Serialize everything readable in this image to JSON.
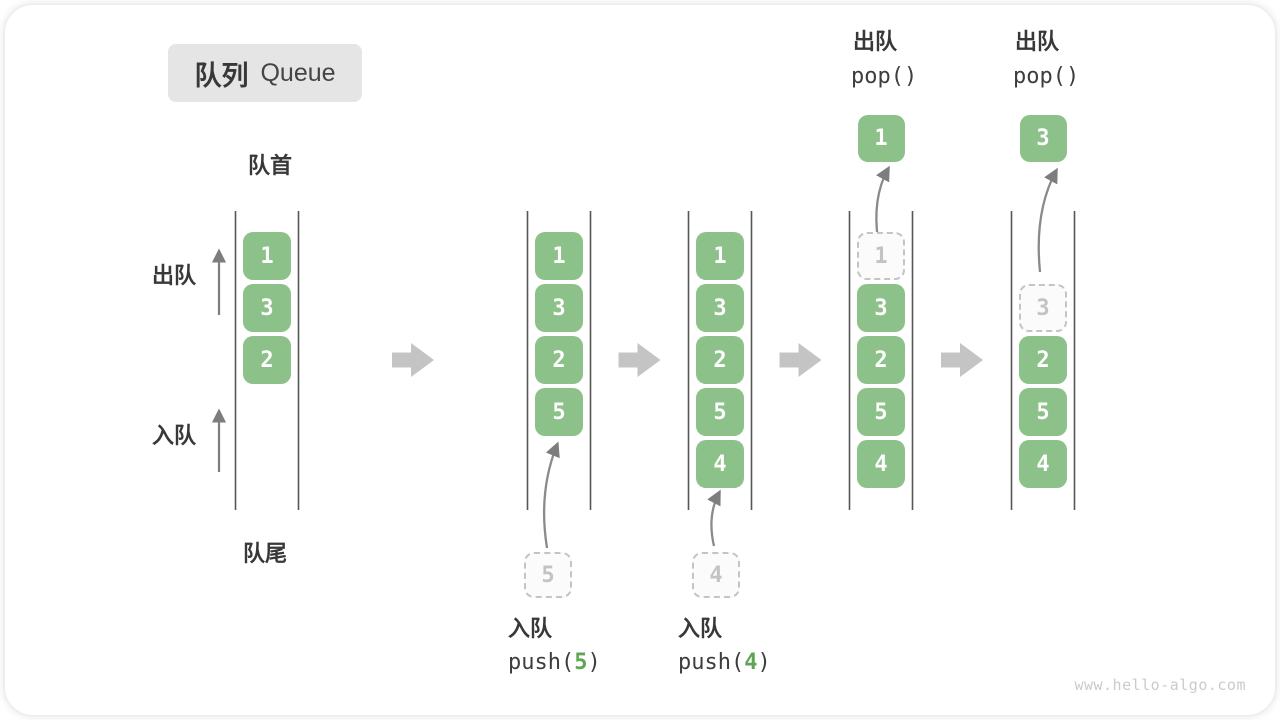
{
  "title": {
    "zh": "队列",
    "en": "Queue"
  },
  "side_labels": {
    "front": "队首",
    "rear": "队尾",
    "dequeue": "出队",
    "enqueue": "入队"
  },
  "queues": [
    {
      "name": "state-initial",
      "slots": [
        {
          "v": "1"
        },
        {
          "v": "3"
        },
        {
          "v": "2"
        }
      ]
    },
    {
      "name": "state-after-push-5",
      "slots": [
        {
          "v": "1"
        },
        {
          "v": "3"
        },
        {
          "v": "2"
        },
        {
          "v": "5"
        }
      ],
      "incoming": {
        "v": "5"
      },
      "operation": {
        "label": "入队",
        "code_prefix": "push(",
        "code_arg": "5",
        "code_suffix": ")"
      }
    },
    {
      "name": "state-after-push-4",
      "slots": [
        {
          "v": "1"
        },
        {
          "v": "3"
        },
        {
          "v": "2"
        },
        {
          "v": "5"
        },
        {
          "v": "4"
        }
      ],
      "incoming": {
        "v": "4"
      },
      "operation": {
        "label": "入队",
        "code_prefix": "push(",
        "code_arg": "4",
        "code_suffix": ")"
      }
    },
    {
      "name": "state-after-pop-1",
      "slots": [
        {
          "v": "1",
          "dashed": true
        },
        {
          "v": "3"
        },
        {
          "v": "2"
        },
        {
          "v": "5"
        },
        {
          "v": "4"
        }
      ],
      "popped": {
        "v": "1"
      },
      "operation": {
        "label": "出队",
        "code": "pop()"
      }
    },
    {
      "name": "state-after-pop-3",
      "slots": [
        {
          "empty": true
        },
        {
          "v": "3",
          "dashed": true
        },
        {
          "v": "2"
        },
        {
          "v": "5"
        },
        {
          "v": "4"
        }
      ],
      "popped": {
        "v": "3"
      },
      "operation": {
        "label": "出队",
        "code": "pop()"
      }
    }
  ],
  "colors": {
    "box_green": "#8dc18a",
    "box_text": "#ffffff",
    "accent_green": "#5ea554",
    "dashed_border": "#c4c4c4",
    "dashed_text": "#c3c3c3",
    "wall_line": "#565656",
    "big_arrow": "#c4c4c4",
    "small_arrow": "#7d7d7d",
    "text_dark": "#383838",
    "title_bg": "#e5e5e5",
    "watermark": "#cbcbcb"
  },
  "watermark": "www.hello-algo.com"
}
